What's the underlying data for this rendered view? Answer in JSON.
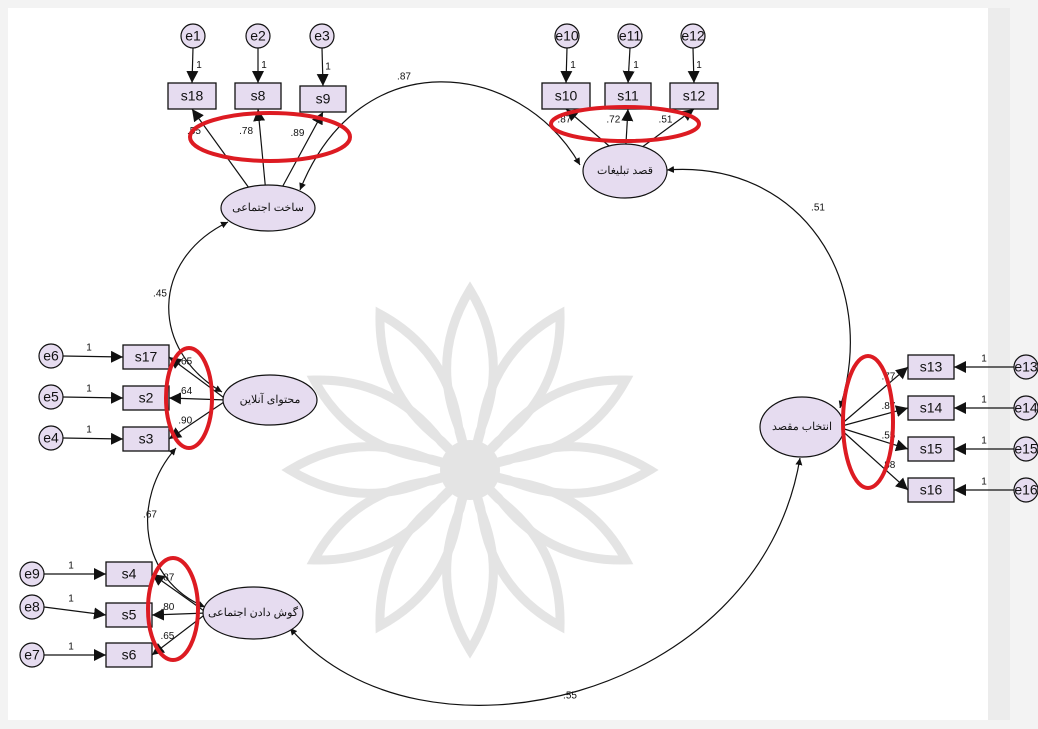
{
  "diagram": {
    "errors": [
      {
        "id": "e1",
        "label": "e1",
        "weight": "1"
      },
      {
        "id": "e2",
        "label": "e2",
        "weight": "1"
      },
      {
        "id": "e3",
        "label": "e3",
        "weight": "1"
      },
      {
        "id": "e10",
        "label": "e10",
        "weight": "1"
      },
      {
        "id": "e11",
        "label": "e11",
        "weight": "1"
      },
      {
        "id": "e12",
        "label": "e12",
        "weight": "1"
      },
      {
        "id": "e6",
        "label": "e6",
        "weight": "1"
      },
      {
        "id": "e5",
        "label": "e5",
        "weight": "1"
      },
      {
        "id": "e4",
        "label": "e4",
        "weight": "1"
      },
      {
        "id": "e9",
        "label": "e9",
        "weight": "1"
      },
      {
        "id": "e8",
        "label": "e8",
        "weight": "1"
      },
      {
        "id": "e7",
        "label": "e7",
        "weight": "1"
      },
      {
        "id": "e13",
        "label": "e13",
        "weight": "1"
      },
      {
        "id": "e14",
        "label": "e14",
        "weight": "1"
      },
      {
        "id": "e15",
        "label": "e15",
        "weight": "1"
      },
      {
        "id": "e16",
        "label": "e16",
        "weight": "1"
      }
    ],
    "indicators": [
      {
        "id": "s18",
        "label": "s18"
      },
      {
        "id": "s8",
        "label": "s8"
      },
      {
        "id": "s9",
        "label": "s9"
      },
      {
        "id": "s10",
        "label": "s10"
      },
      {
        "id": "s11",
        "label": "s11"
      },
      {
        "id": "s12",
        "label": "s12"
      },
      {
        "id": "s17",
        "label": "s17"
      },
      {
        "id": "s2",
        "label": "s2"
      },
      {
        "id": "s3",
        "label": "s3"
      },
      {
        "id": "s4",
        "label": "s4"
      },
      {
        "id": "s5",
        "label": "s5"
      },
      {
        "id": "s6",
        "label": "s6"
      },
      {
        "id": "s13",
        "label": "s13"
      },
      {
        "id": "s14",
        "label": "s14"
      },
      {
        "id": "s15",
        "label": "s15"
      },
      {
        "id": "s16",
        "label": "s16"
      }
    ],
    "latents": [
      {
        "id": "L1",
        "label": "ساخت اجتماعی"
      },
      {
        "id": "L2",
        "label": "قصد تبلیغات"
      },
      {
        "id": "L3",
        "label": "محتوای آنلاین"
      },
      {
        "id": "L4",
        "label": "گوش دادن اجتماعی"
      },
      {
        "id": "L5",
        "label": "انتخاب مقصد"
      }
    ],
    "loadings": [
      {
        "latent": "L1",
        "indicator": "s18",
        "value": ".55"
      },
      {
        "latent": "L1",
        "indicator": "s8",
        "value": ".78"
      },
      {
        "latent": "L1",
        "indicator": "s9",
        "value": ".89"
      },
      {
        "latent": "L2",
        "indicator": "s10",
        "value": ".87"
      },
      {
        "latent": "L2",
        "indicator": "s11",
        "value": ".72"
      },
      {
        "latent": "L2",
        "indicator": "s12",
        "value": ".51"
      },
      {
        "latent": "L3",
        "indicator": "s17",
        "value": ".65"
      },
      {
        "latent": "L3",
        "indicator": "s2",
        "value": ".64"
      },
      {
        "latent": "L3",
        "indicator": "s3",
        "value": ".90"
      },
      {
        "latent": "L4",
        "indicator": "s4",
        "value": ".87"
      },
      {
        "latent": "L4",
        "indicator": "s5",
        "value": ".80"
      },
      {
        "latent": "L4",
        "indicator": "s6",
        "value": ".65"
      },
      {
        "latent": "L5",
        "indicator": "s13",
        "value": ".77"
      },
      {
        "latent": "L5",
        "indicator": "s14",
        "value": ".87"
      },
      {
        "latent": "L5",
        "indicator": "s15",
        "value": ".55"
      },
      {
        "latent": "L5",
        "indicator": "s16",
        "value": ".88"
      }
    ],
    "correlations": [
      {
        "from": "L1",
        "to": "L2",
        "value": ".87"
      },
      {
        "from": "L2",
        "to": "L5",
        "value": ".51"
      },
      {
        "from": "L1",
        "to": "L3",
        "value": ".45"
      },
      {
        "from": "L3",
        "to": "L4",
        "value": ".67"
      },
      {
        "from": "L4",
        "to": "L5",
        "value": ".55"
      }
    ],
    "colors": {
      "node_fill": "#e6dcf0",
      "line": "#111111",
      "highlight": "#dd1b22",
      "watermark": "#cfcfcf",
      "background": "#ffffff"
    }
  }
}
